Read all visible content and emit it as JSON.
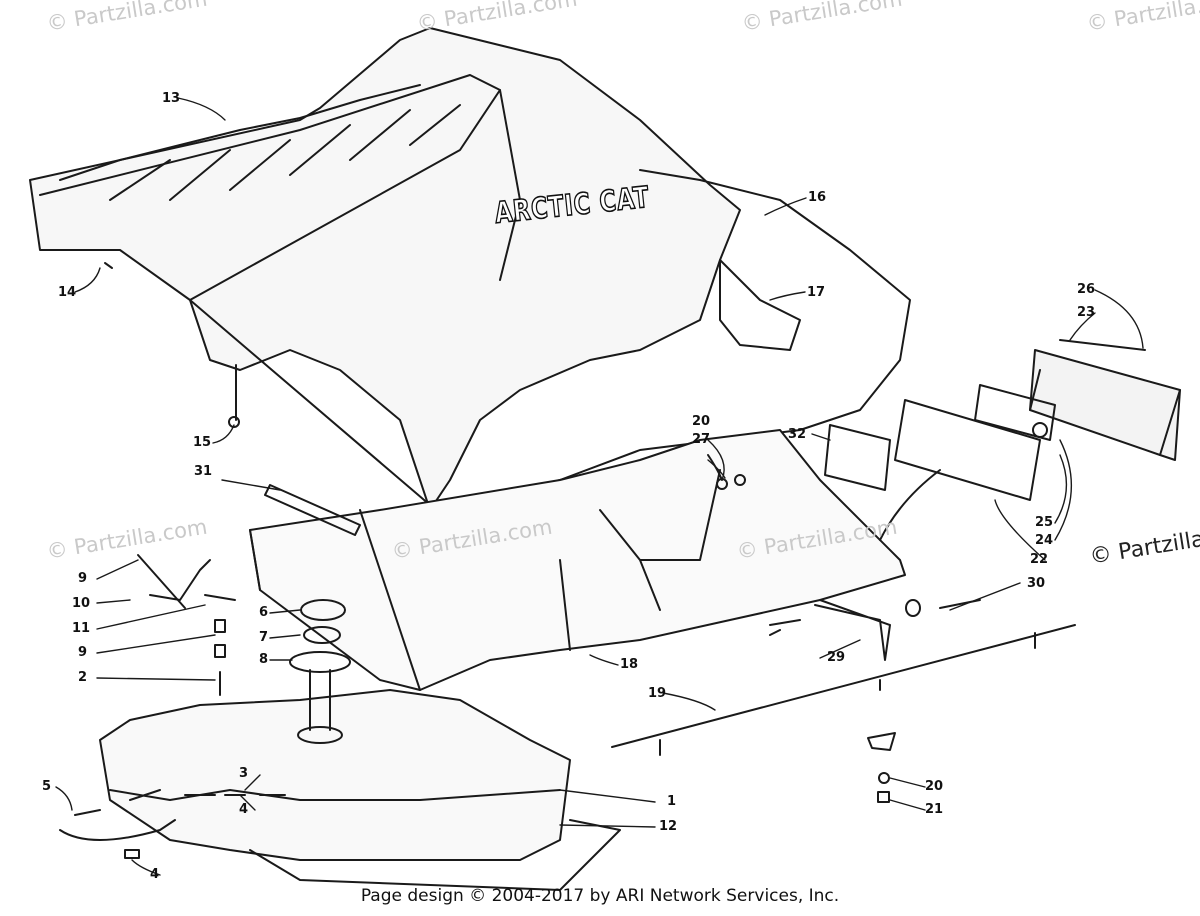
{
  "watermark": "© Partzilla.com",
  "watermark_side": "© Partzilla",
  "brand_logo": "ARCTIC CAT",
  "footer": "Page design © 2004-2017 by ARI Network Services, Inc.",
  "part_numbers": [
    "1",
    "2",
    "3",
    "4",
    "4",
    "5",
    "6",
    "7",
    "8",
    "9",
    "9",
    "10",
    "11",
    "12",
    "13",
    "14",
    "15",
    "16",
    "17",
    "18",
    "19",
    "20",
    "20",
    "21",
    "22",
    "23",
    "24",
    "25",
    "26",
    "27",
    "29",
    "30",
    "31",
    "32"
  ]
}
